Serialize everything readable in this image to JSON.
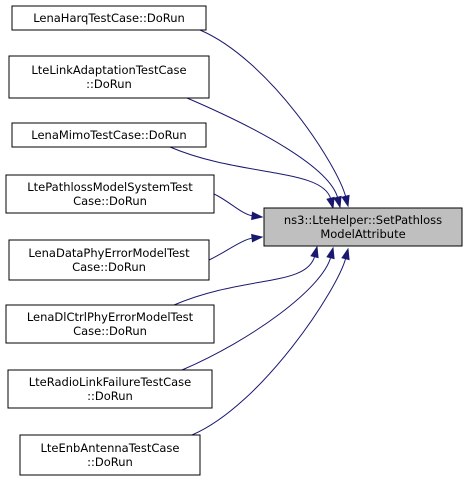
{
  "diagram": {
    "type": "call-graph",
    "colors": {
      "edge": "#191970",
      "box_fill": "#ffffff",
      "box_stroke": "#000000",
      "target_fill": "#bfbfbf",
      "text": "#000000"
    },
    "target": {
      "lines": [
        "ns3::LteHelper::SetPathloss",
        "ModelAttribute"
      ]
    },
    "callers": [
      {
        "lines": [
          "LenaHarqTestCase::DoRun"
        ]
      },
      {
        "lines": [
          "LteLinkAdaptationTestCase",
          "::DoRun"
        ]
      },
      {
        "lines": [
          "LenaMimoTestCase::DoRun"
        ]
      },
      {
        "lines": [
          "LtePathlossModelSystemTest",
          "Case::DoRun"
        ]
      },
      {
        "lines": [
          "LenaDataPhyErrorModelTest",
          "Case::DoRun"
        ]
      },
      {
        "lines": [
          "LenaDlCtrlPhyErrorModelTest",
          "Case::DoRun"
        ]
      },
      {
        "lines": [
          "LteRadioLinkFailureTestCase",
          "::DoRun"
        ]
      },
      {
        "lines": [
          "LteEnbAntennaTestCase",
          "::DoRun"
        ]
      }
    ]
  }
}
